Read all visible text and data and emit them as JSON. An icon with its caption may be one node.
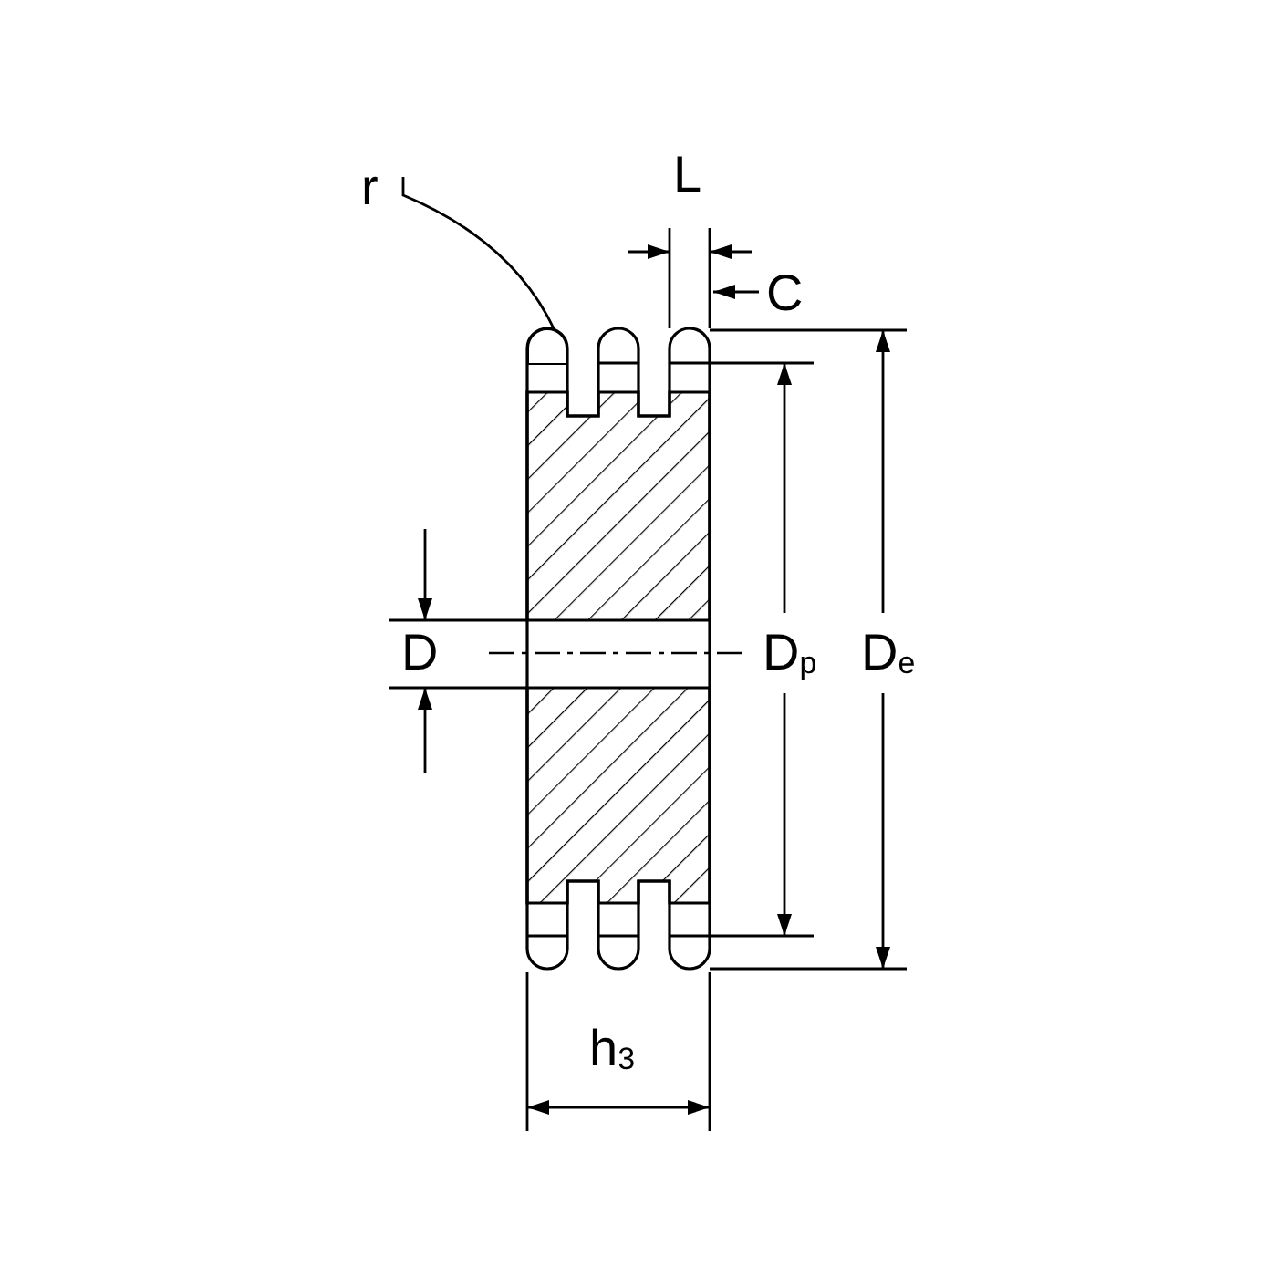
{
  "diagram": {
    "nodes": [
      {
        "text": [
          "r"
        ]
      },
      {
        "text": [],
        "shape": "box"
      }
    ],
    "edges": [
      {
        "from": 0,
        "to": 1,
        "arrow": "none"
      }
    ],
    "labels": [
      "L",
      "C",
      "D",
      "D$_{p}$",
      "D$_{e}$",
      "h$_{3}$"
    ]
  }
}
